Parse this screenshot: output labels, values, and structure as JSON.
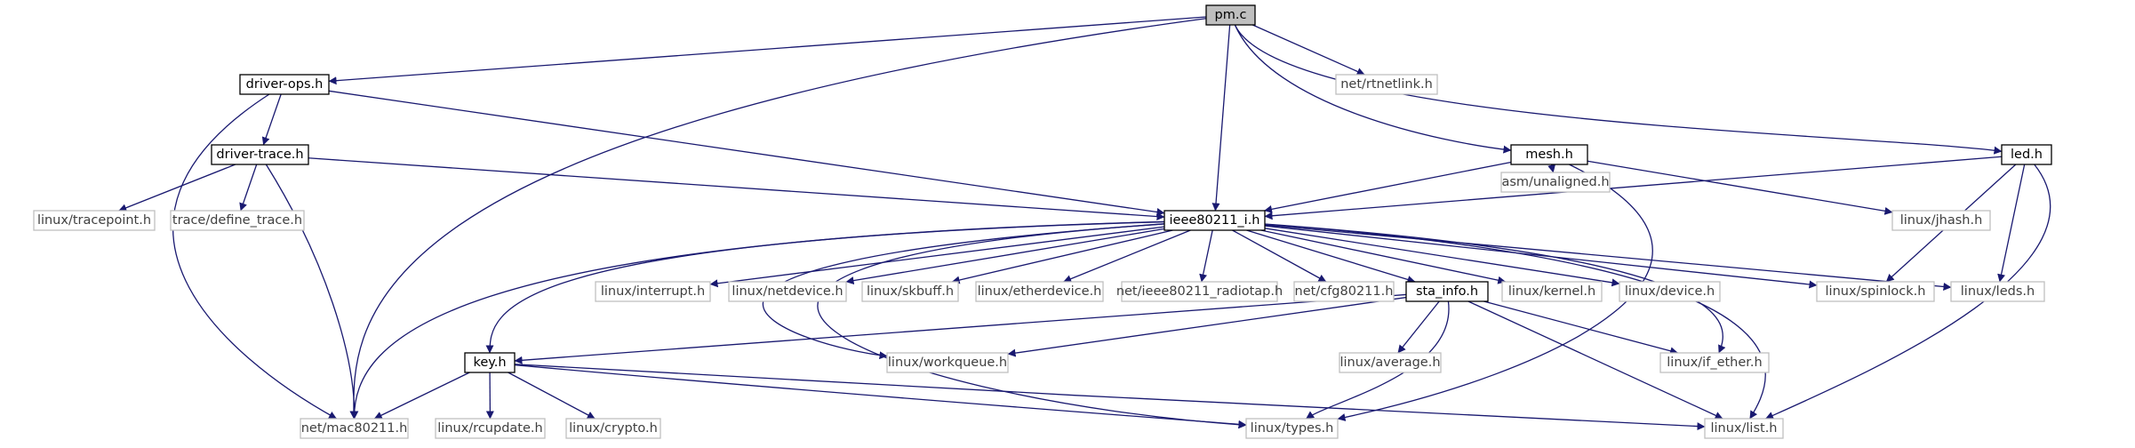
{
  "colors": {
    "edge": "#191970",
    "root_fill": "#bfbfbf",
    "primary_border": "#000000",
    "secondary_border": "#bfbfbf",
    "primary_text": "#000000",
    "secondary_text": "#404040",
    "background": "#ffffff"
  },
  "nodes": [
    {
      "id": "pm_c",
      "label": "pm.c",
      "kind": "root"
    },
    {
      "id": "driver_ops_h",
      "label": "driver-ops.h",
      "kind": "primary"
    },
    {
      "id": "net_rtnetlink_h",
      "label": "net/rtnetlink.h",
      "kind": "secondary"
    },
    {
      "id": "driver_trace_h",
      "label": "driver-trace.h",
      "kind": "primary"
    },
    {
      "id": "mesh_h",
      "label": "mesh.h",
      "kind": "primary"
    },
    {
      "id": "led_h",
      "label": "led.h",
      "kind": "primary"
    },
    {
      "id": "linux_tracepoint_h",
      "label": "linux/tracepoint.h",
      "kind": "secondary"
    },
    {
      "id": "trace_define_trace_h",
      "label": "trace/define_trace.h",
      "kind": "secondary"
    },
    {
      "id": "asm_unaligned_h",
      "label": "asm/unaligned.h",
      "kind": "secondary"
    },
    {
      "id": "linux_jhash_h",
      "label": "linux/jhash.h",
      "kind": "secondary"
    },
    {
      "id": "ieee80211_i_h",
      "label": "ieee80211_i.h",
      "kind": "primary"
    },
    {
      "id": "linux_interrupt_h",
      "label": "linux/interrupt.h",
      "kind": "secondary"
    },
    {
      "id": "linux_netdevice_h",
      "label": "linux/netdevice.h",
      "kind": "secondary"
    },
    {
      "id": "linux_skbuff_h",
      "label": "linux/skbuff.h",
      "kind": "secondary"
    },
    {
      "id": "linux_etherdevice_h",
      "label": "linux/etherdevice.h",
      "kind": "secondary"
    },
    {
      "id": "net_ieee80211_radiotap_h",
      "label": "net/ieee80211_radiotap.h",
      "kind": "secondary"
    },
    {
      "id": "net_cfg80211_h",
      "label": "net/cfg80211.h",
      "kind": "secondary"
    },
    {
      "id": "sta_info_h",
      "label": "sta_info.h",
      "kind": "primary"
    },
    {
      "id": "linux_kernel_h",
      "label": "linux/kernel.h",
      "kind": "secondary"
    },
    {
      "id": "linux_device_h",
      "label": "linux/device.h",
      "kind": "secondary"
    },
    {
      "id": "linux_spinlock_h",
      "label": "linux/spinlock.h",
      "kind": "secondary"
    },
    {
      "id": "linux_leds_h",
      "label": "linux/leds.h",
      "kind": "secondary"
    },
    {
      "id": "key_h",
      "label": "key.h",
      "kind": "primary"
    },
    {
      "id": "linux_workqueue_h",
      "label": "linux/workqueue.h",
      "kind": "secondary"
    },
    {
      "id": "linux_average_h",
      "label": "linux/average.h",
      "kind": "secondary"
    },
    {
      "id": "linux_if_ether_h",
      "label": "linux/if_ether.h",
      "kind": "secondary"
    },
    {
      "id": "net_mac80211_h",
      "label": "net/mac80211.h",
      "kind": "secondary"
    },
    {
      "id": "linux_rcupdate_h",
      "label": "linux/rcupdate.h",
      "kind": "secondary"
    },
    {
      "id": "linux_crypto_h",
      "label": "linux/crypto.h",
      "kind": "secondary"
    },
    {
      "id": "linux_types_h",
      "label": "linux/types.h",
      "kind": "secondary"
    },
    {
      "id": "linux_list_h",
      "label": "linux/list.h",
      "kind": "secondary"
    }
  ],
  "edges": [
    [
      "pm_c",
      "driver_ops_h"
    ],
    [
      "pm_c",
      "net_mac80211_h"
    ],
    [
      "pm_c",
      "net_rtnetlink_h"
    ],
    [
      "pm_c",
      "ieee80211_i_h"
    ],
    [
      "pm_c",
      "mesh_h"
    ],
    [
      "pm_c",
      "led_h"
    ],
    [
      "driver_ops_h",
      "driver_trace_h"
    ],
    [
      "driver_ops_h",
      "net_mac80211_h"
    ],
    [
      "driver_ops_h",
      "ieee80211_i_h"
    ],
    [
      "driver_trace_h",
      "linux_tracepoint_h"
    ],
    [
      "driver_trace_h",
      "trace_define_trace_h"
    ],
    [
      "driver_trace_h",
      "ieee80211_i_h"
    ],
    [
      "driver_trace_h",
      "net_mac80211_h"
    ],
    [
      "mesh_h",
      "ieee80211_i_h"
    ],
    [
      "mesh_h",
      "asm_unaligned_h"
    ],
    [
      "mesh_h",
      "linux_jhash_h"
    ],
    [
      "mesh_h",
      "linux_types_h"
    ],
    [
      "led_h",
      "ieee80211_i_h"
    ],
    [
      "led_h",
      "linux_spinlock_h"
    ],
    [
      "led_h",
      "linux_leds_h"
    ],
    [
      "led_h",
      "linux_list_h"
    ],
    [
      "ieee80211_i_h",
      "key_h"
    ],
    [
      "ieee80211_i_h",
      "net_mac80211_h"
    ],
    [
      "ieee80211_i_h",
      "linux_types_h"
    ],
    [
      "ieee80211_i_h",
      "linux_workqueue_h"
    ],
    [
      "ieee80211_i_h",
      "linux_interrupt_h"
    ],
    [
      "ieee80211_i_h",
      "linux_netdevice_h"
    ],
    [
      "ieee80211_i_h",
      "linux_skbuff_h"
    ],
    [
      "ieee80211_i_h",
      "linux_etherdevice_h"
    ],
    [
      "ieee80211_i_h",
      "net_ieee80211_radiotap_h"
    ],
    [
      "ieee80211_i_h",
      "net_cfg80211_h"
    ],
    [
      "ieee80211_i_h",
      "sta_info_h"
    ],
    [
      "ieee80211_i_h",
      "linux_kernel_h"
    ],
    [
      "ieee80211_i_h",
      "linux_device_h"
    ],
    [
      "ieee80211_i_h",
      "linux_if_ether_h"
    ],
    [
      "ieee80211_i_h",
      "linux_spinlock_h"
    ],
    [
      "ieee80211_i_h",
      "linux_leds_h"
    ],
    [
      "ieee80211_i_h",
      "linux_list_h"
    ],
    [
      "sta_info_h",
      "key_h"
    ],
    [
      "sta_info_h",
      "linux_workqueue_h"
    ],
    [
      "sta_info_h",
      "linux_average_h"
    ],
    [
      "sta_info_h",
      "linux_if_ether_h"
    ],
    [
      "sta_info_h",
      "linux_types_h"
    ],
    [
      "sta_info_h",
      "linux_list_h"
    ],
    [
      "key_h",
      "net_mac80211_h"
    ],
    [
      "key_h",
      "linux_rcupdate_h"
    ],
    [
      "key_h",
      "linux_crypto_h"
    ],
    [
      "key_h",
      "linux_types_h"
    ],
    [
      "key_h",
      "linux_list_h"
    ]
  ]
}
